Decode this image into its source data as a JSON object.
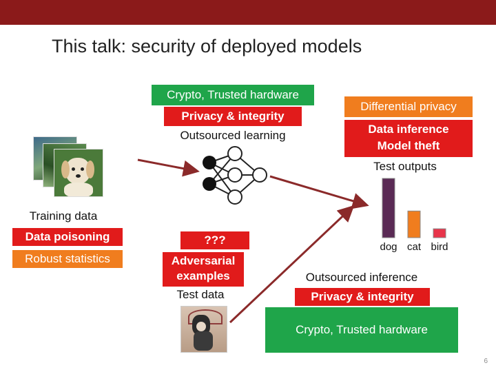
{
  "slide": {
    "title": "This talk: security of deployed models",
    "page_number": "6"
  },
  "training": {
    "caption": "Training data",
    "attack": "Data poisoning",
    "defense": "Robust statistics"
  },
  "outsourced_learning": {
    "defense": "Crypto, Trusted hardware",
    "attack": "Privacy & integrity",
    "caption": "Outsourced learning"
  },
  "test_outputs": {
    "defense": "Differential privacy",
    "attack": "Data inference\nModel theft",
    "caption": "Test outputs"
  },
  "test_data": {
    "defense": "???",
    "attack": "Adversarial\nexamples",
    "caption": "Test data"
  },
  "outsourced_inference": {
    "caption": "Outsourced inference",
    "attack": "Privacy & integrity",
    "defense": "Crypto, Trusted hardware"
  },
  "chart_data": {
    "type": "bar",
    "categories": [
      "dog",
      "cat",
      "bird"
    ],
    "values": [
      1.0,
      0.45,
      0.15
    ],
    "colors": [
      "#5a2a55",
      "#f07d1e",
      "#e8344a"
    ]
  },
  "colors": {
    "header": "#8b1a1a",
    "green": "#1fa54a",
    "red": "#e11b1b",
    "orange": "#f07d1e",
    "arrow": "#8b2a2a"
  }
}
